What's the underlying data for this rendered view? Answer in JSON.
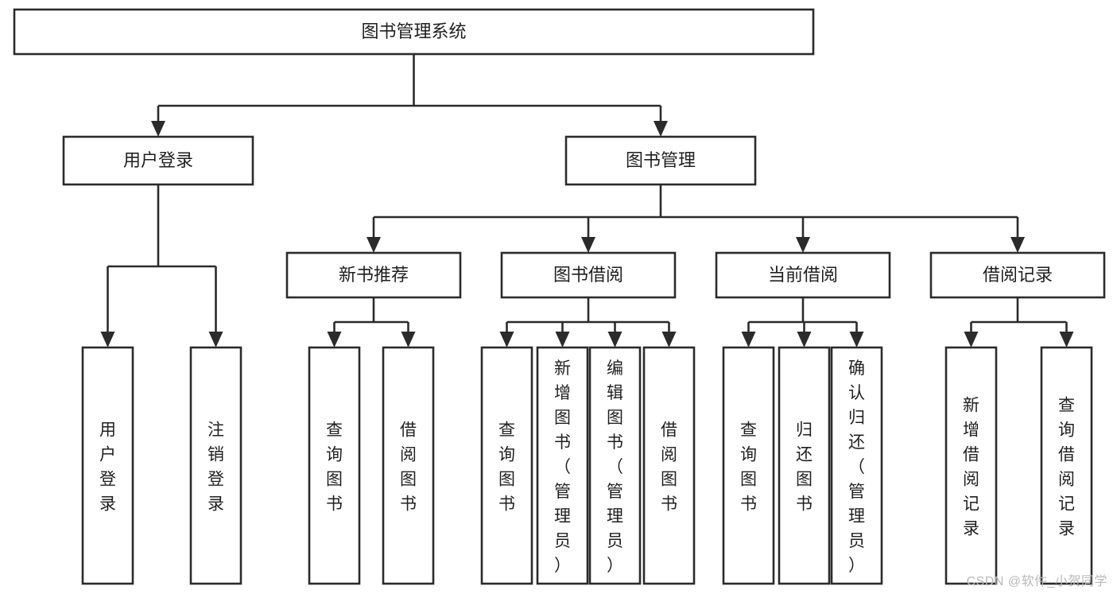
{
  "diagram": {
    "title": "图书管理系统",
    "type": "tree-hierarchy",
    "background_color": "#ffffff",
    "line_color": "#2b2b2b",
    "box_fill": "#ffffff",
    "text_color": "#1f1f1f"
  },
  "root": {
    "label": "图书管理系统"
  },
  "level2": [
    {
      "id": "user-login",
      "label": "用户登录"
    },
    {
      "id": "book-manage",
      "label": "图书管理"
    }
  ],
  "level3": [
    {
      "id": "new-book-recommend",
      "label": "新书推荐",
      "parent": "book-manage"
    },
    {
      "id": "book-borrow",
      "label": "图书借阅",
      "parent": "book-manage"
    },
    {
      "id": "current-borrow",
      "label": "当前借阅",
      "parent": "book-manage"
    },
    {
      "id": "borrow-record",
      "label": "借阅记录",
      "parent": "book-manage"
    }
  ],
  "leaves": {
    "user-login": [
      {
        "id": "leaf-user-login",
        "label": "用户登录"
      },
      {
        "id": "leaf-logout-login",
        "label": "注销登录"
      }
    ],
    "new-book-recommend": [
      {
        "id": "leaf-query-book-1",
        "label": "查询图书"
      },
      {
        "id": "leaf-borrow-book-1",
        "label": "借阅图书"
      }
    ],
    "book-borrow": [
      {
        "id": "leaf-query-book-2",
        "label": "查询图书"
      },
      {
        "id": "leaf-add-book-admin",
        "label": "新增图书（管理员）"
      },
      {
        "id": "leaf-edit-book-admin",
        "label": "编辑图书（管理员）"
      },
      {
        "id": "leaf-borrow-book-2",
        "label": "借阅图书"
      }
    ],
    "current-borrow": [
      {
        "id": "leaf-query-book-3",
        "label": "查询图书"
      },
      {
        "id": "leaf-return-book",
        "label": "归还图书"
      },
      {
        "id": "leaf-confirm-return-admin",
        "label": "确认归还（管理员）"
      }
    ],
    "borrow-record": [
      {
        "id": "leaf-add-borrow-record",
        "label": "新增借阅记录"
      },
      {
        "id": "leaf-query-borrow-record",
        "label": "查询借阅记录"
      }
    ]
  },
  "watermark": {
    "text": "CSDN @软件_小贺同学"
  }
}
